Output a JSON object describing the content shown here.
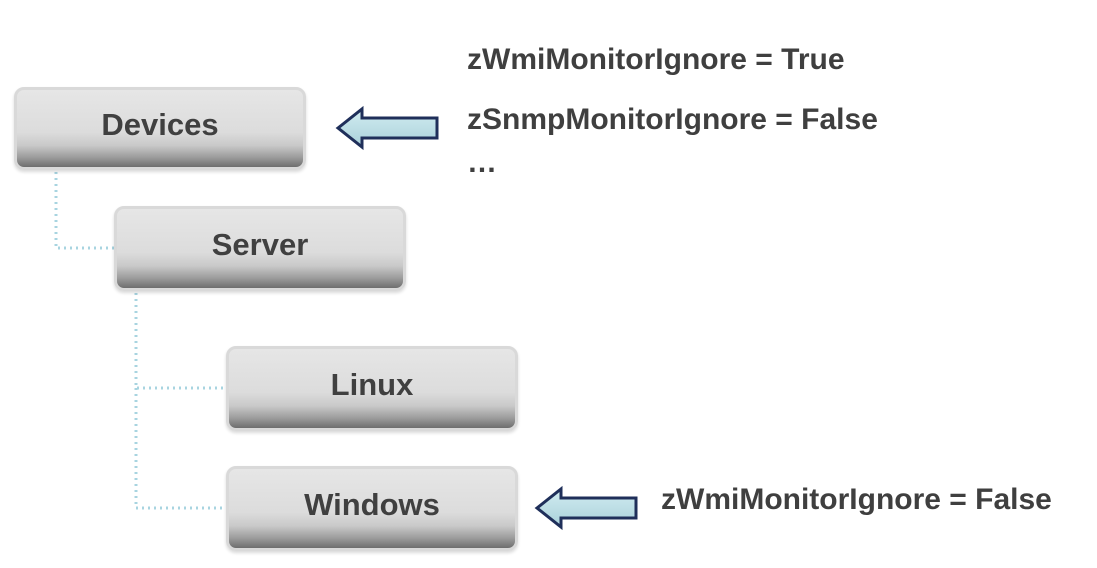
{
  "nodes": {
    "devices": "Devices",
    "server": "Server",
    "linux": "Linux",
    "windows": "Windows"
  },
  "devices_properties": [
    "zWmiMonitorIgnore = True",
    "zSnmpMonitorIgnore = False",
    "…"
  ],
  "windows_properties": [
    "zWmiMonitorIgnore = False"
  ],
  "colors": {
    "arrow_fill": "#b8dce3",
    "arrow_stroke": "#1f2f5a",
    "connector": "#a8d4e0",
    "node_text": "#404040",
    "property_text": "#3f3f3f"
  }
}
